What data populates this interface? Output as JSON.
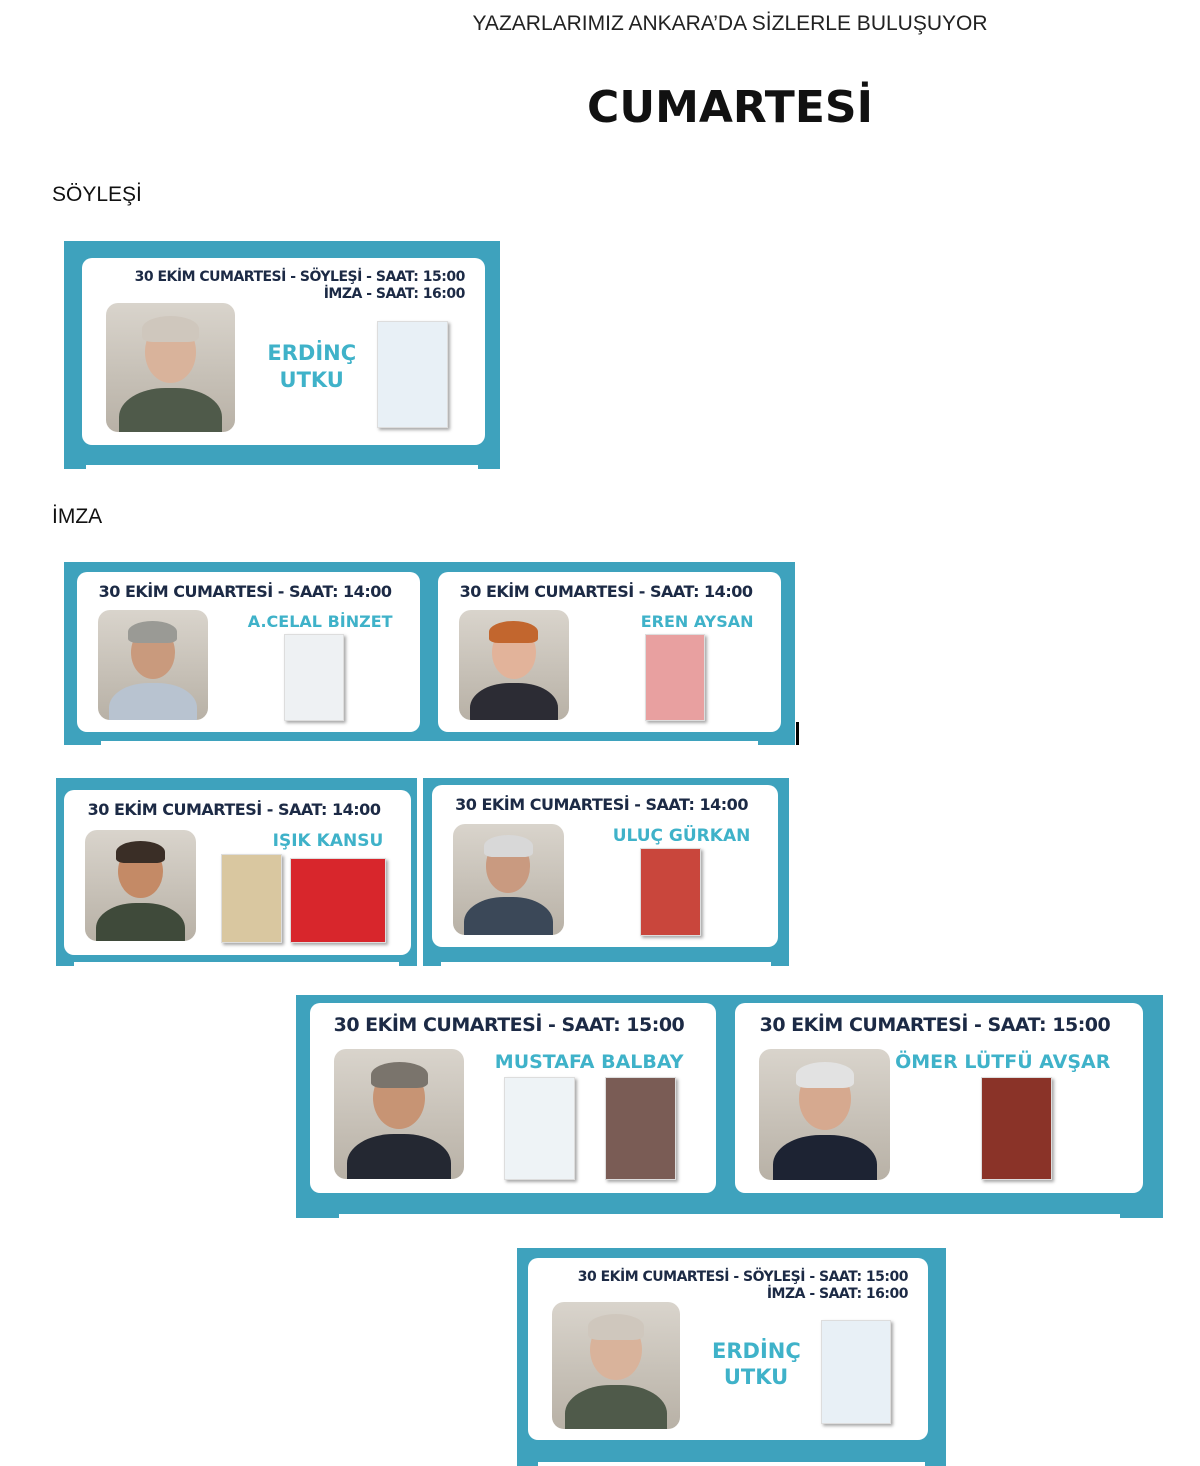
{
  "header": {
    "title": "YAZARLARIMIZ ANKARA’DA SİZLERLE BULUŞUYOR",
    "day": "CUMARTESİ"
  },
  "sections": {
    "talk": "SÖYLEŞİ",
    "signing": "İMZA"
  },
  "colors": {
    "frame": "#3ea2bd",
    "name": "#3fb2c9",
    "header_text": "#1c2a45"
  },
  "cards": [
    {
      "header": [
        "30 EKİM CUMARTESİ - SÖYLEŞİ - SAAT: 15:00",
        "İMZA - SAAT: 16:00"
      ],
      "name": "ERDİNÇ UTKU",
      "books": [
        "#e8f0f6"
      ]
    },
    {
      "header": [
        "30 EKİM CUMARTESİ - SAAT: 14:00"
      ],
      "name": "A.CELAL BİNZET",
      "books": [
        "#eef1f3"
      ]
    },
    {
      "header": [
        "30 EKİM CUMARTESİ - SAAT: 14:00"
      ],
      "name": "EREN AYSAN",
      "books": [
        "#e8a0a0"
      ]
    },
    {
      "header": [
        "30 EKİM CUMARTESİ - SAAT: 14:00"
      ],
      "name": "IŞIK KANSU",
      "books": [
        "#d9c7a0",
        "#d8262c"
      ]
    },
    {
      "header": [
        "30 EKİM CUMARTESİ - SAAT: 14:00"
      ],
      "name": "ULUÇ GÜRKAN",
      "books": [
        "#c9463c"
      ]
    },
    {
      "header": [
        "30 EKİM CUMARTESİ - SAAT: 15:00"
      ],
      "name": "MUSTAFA BALBAY",
      "books": [
        "#eef3f6",
        "#7a5c55"
      ]
    },
    {
      "header": [
        "30 EKİM CUMARTESİ - SAAT: 15:00"
      ],
      "name": "ÖMER LÜTFÜ AVŞAR",
      "books": [
        "#8a3328"
      ]
    },
    {
      "header": [
        "30 EKİM CUMARTESİ - SÖYLEŞİ - SAAT: 15:00",
        "İMZA - SAAT: 16:00"
      ],
      "name": "ERDİNÇ UTKU",
      "books": [
        "#e8f0f6"
      ]
    }
  ]
}
